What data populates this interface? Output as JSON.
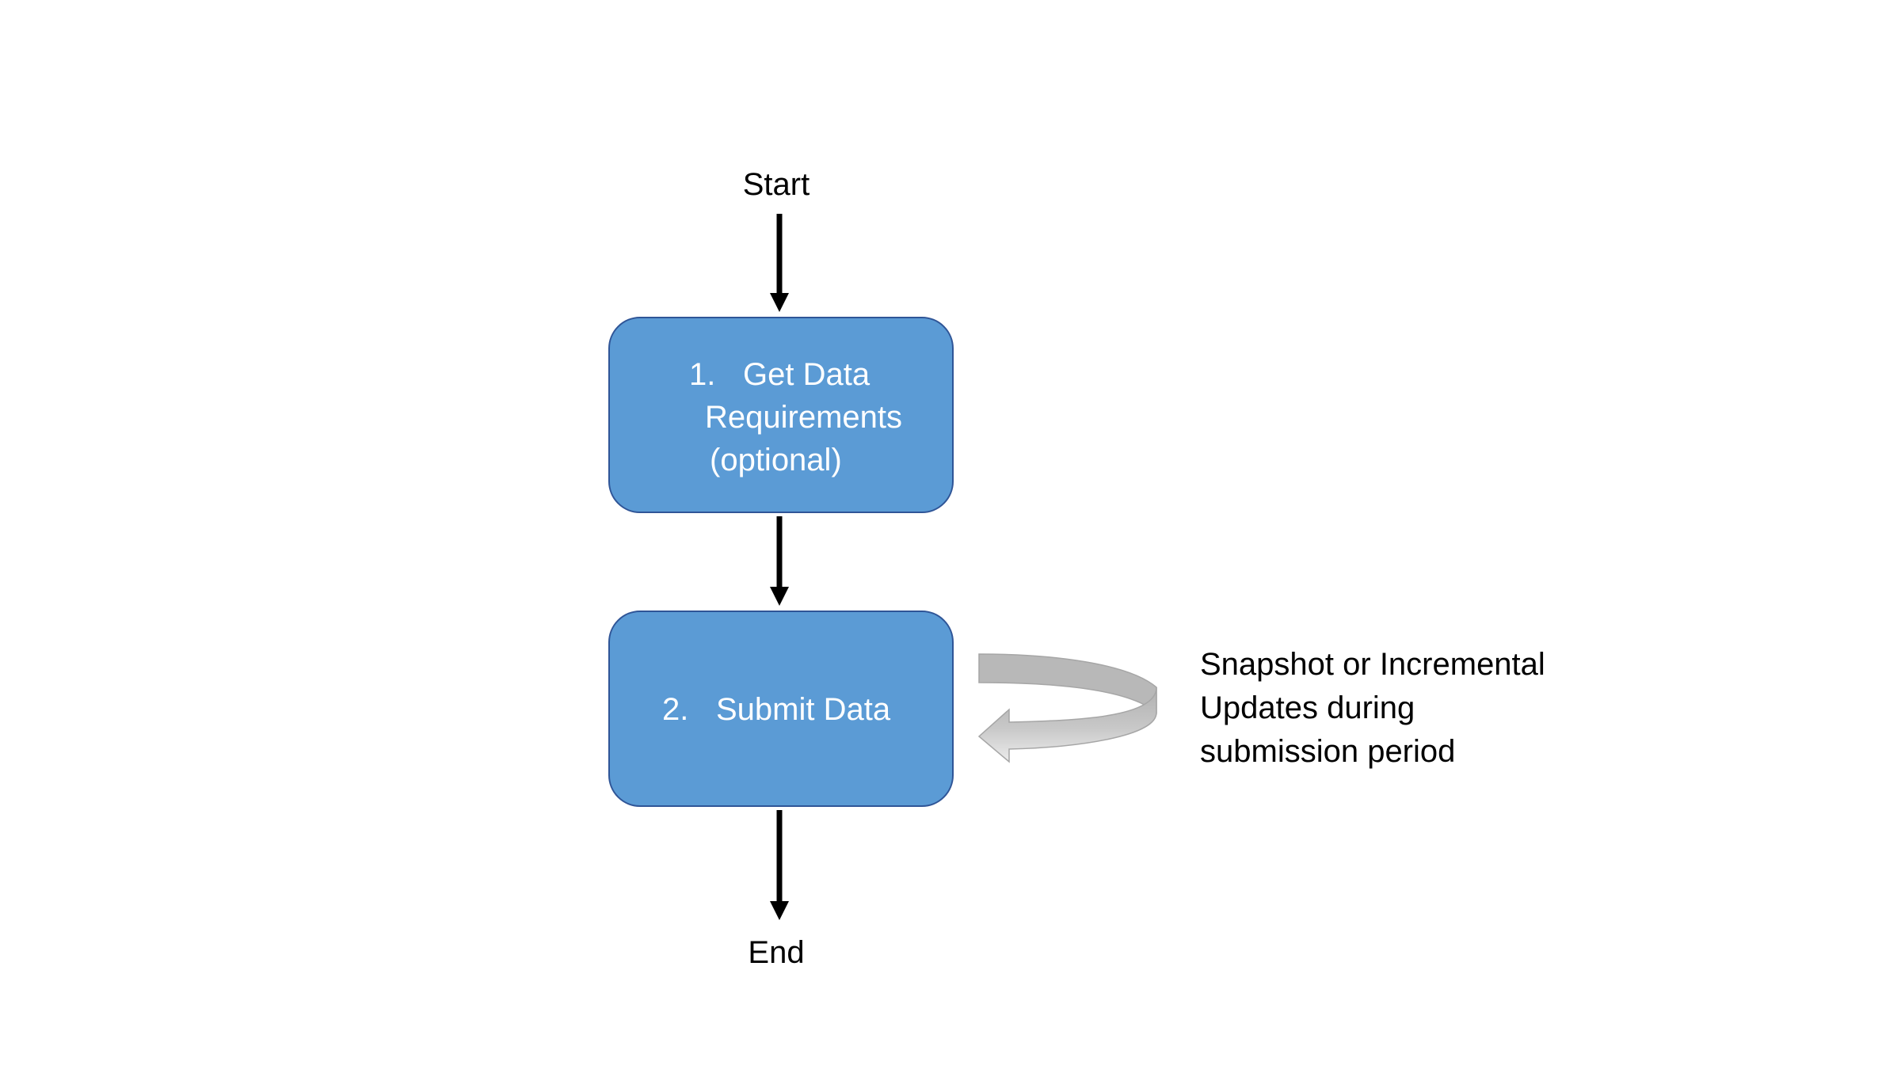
{
  "diagram": {
    "start": "Start",
    "end": "End",
    "steps": [
      {
        "number": "1.",
        "lines": [
          "Get Data",
          "Requirements",
          "(optional)"
        ]
      },
      {
        "number": "2.",
        "lines": [
          "Submit Data"
        ]
      }
    ],
    "loop_note": {
      "lines": [
        "Snapshot or Incremental",
        "Updates during",
        "submission period"
      ]
    }
  },
  "colors": {
    "box_fill": "#5b9bd5",
    "box_border": "#2f5597",
    "box_text": "#ffffff",
    "arrow": "#000000",
    "loop_arrow_dark": "#b4b4b4",
    "loop_arrow_light": "#e4e4e4"
  }
}
